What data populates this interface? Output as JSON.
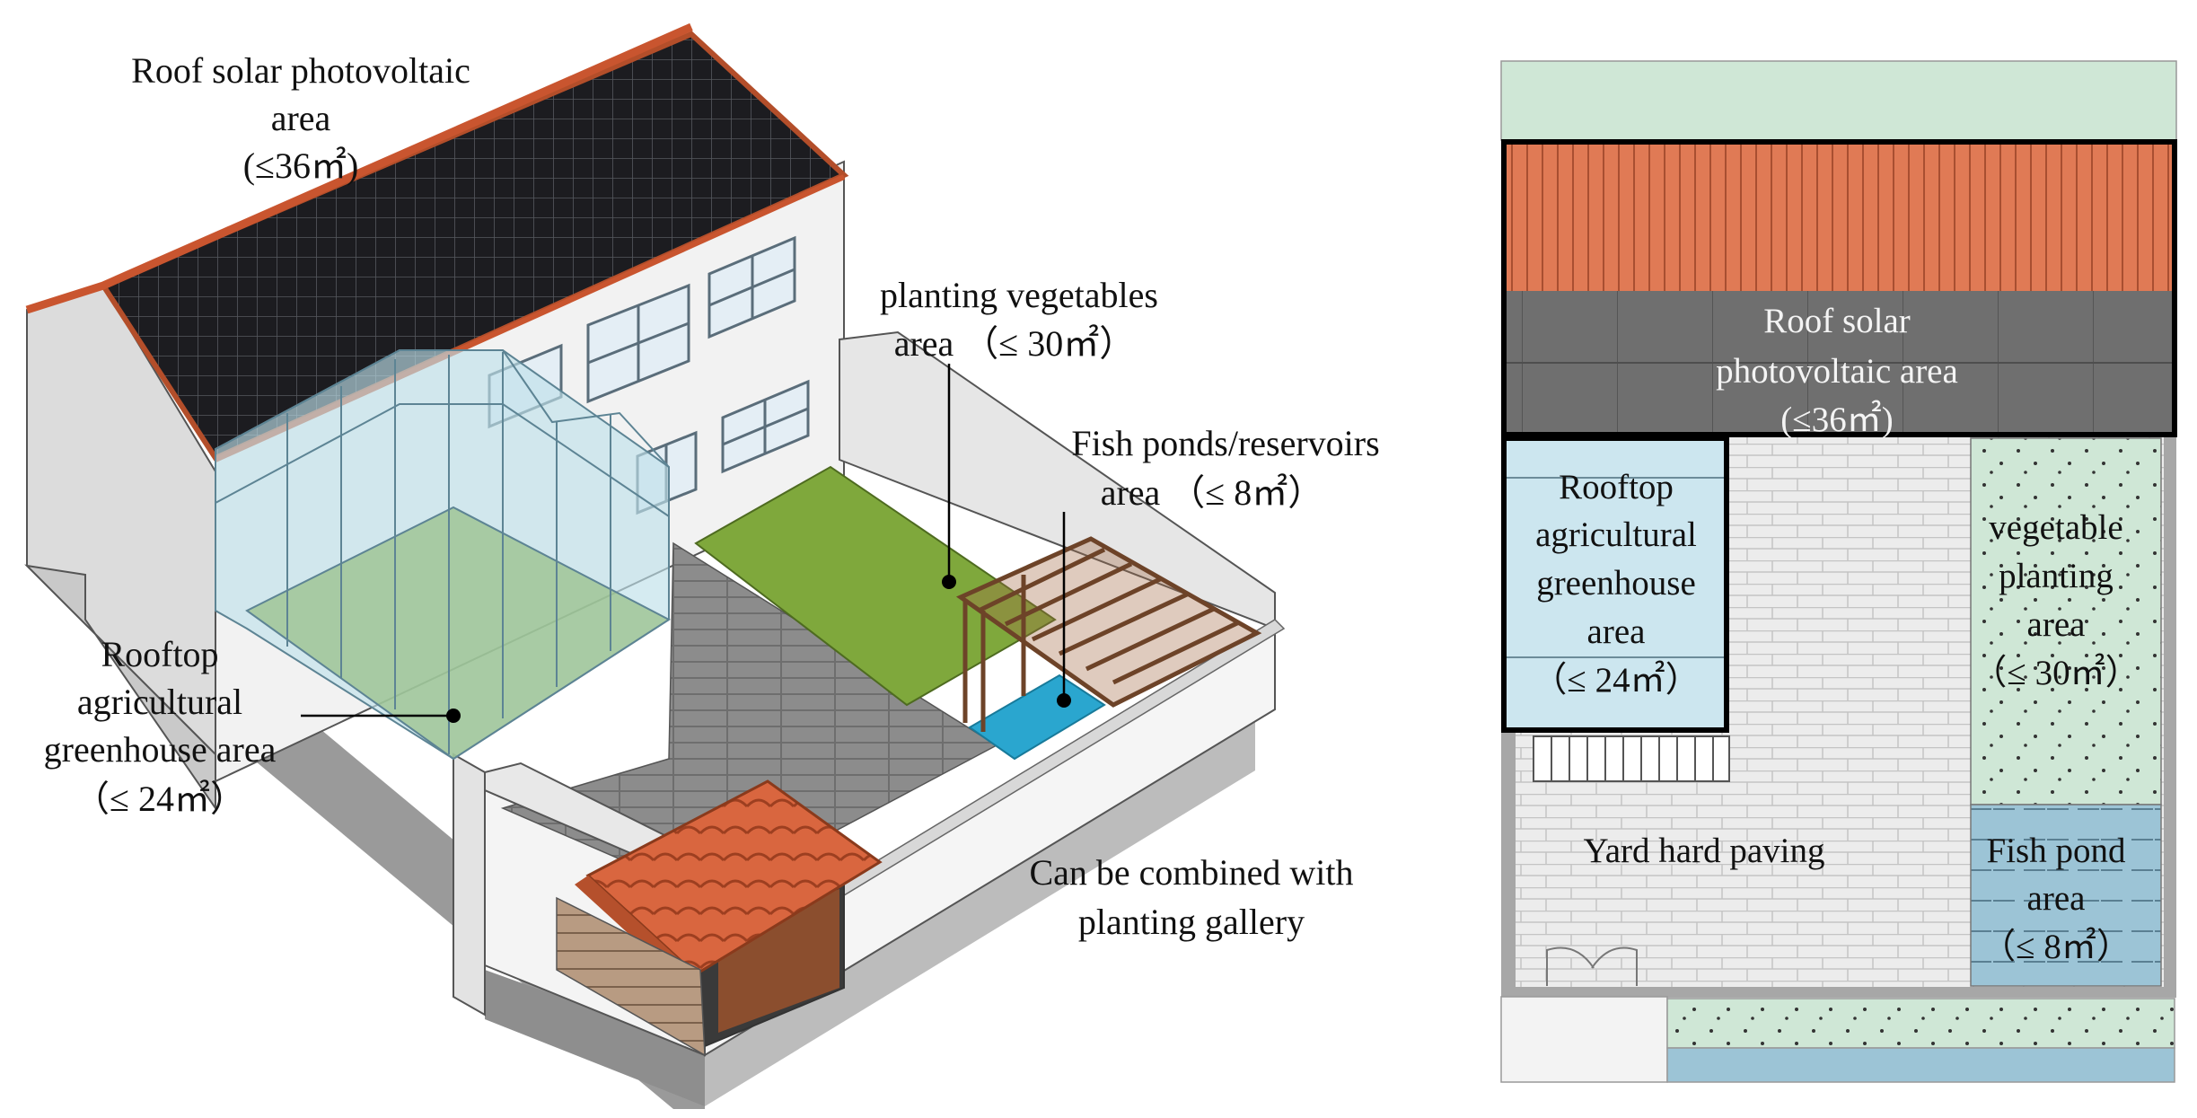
{
  "left_view": {
    "roof_pv": {
      "line1": "Roof solar photovoltaic",
      "line2": "area",
      "line3": "(≤36㎡)"
    },
    "vegetables": {
      "line1": "planting vegetables",
      "line2": "area （≤ 30㎡）"
    },
    "fish": {
      "line1": "Fish ponds/reservoirs",
      "line2": "area （≤ 8㎡）"
    },
    "greenhouse": {
      "line1": "Rooftop",
      "line2": "agricultural",
      "line3": "greenhouse area",
      "line4": "（≤ 24㎡）"
    },
    "gallery": {
      "line1": "Can be combined with",
      "line2": "planting gallery"
    }
  },
  "plan_view": {
    "roof_pv": {
      "line1": "Roof solar",
      "line2": "photovoltaic area",
      "line3": "(≤36㎡)"
    },
    "greenhouse": {
      "line1": "Rooftop",
      "line2": "agricultural",
      "line3": "greenhouse",
      "line4": "area",
      "line5": "（≤ 24㎡）"
    },
    "vegetable": {
      "line1": "vegetable",
      "line2": "planting",
      "line3": "area",
      "line4": "（≤ 30㎡）"
    },
    "yard": {
      "line1": "Yard hard paving"
    },
    "fish": {
      "line1": "Fish pond",
      "line2": "area",
      "line3": "（≤ 8㎡）"
    }
  },
  "colors": {
    "roof_tile": "#e07a55",
    "solar_panel": "#1e1e22",
    "greenhouse_glass": "#bfe0ea",
    "lawn": "#7fa83c",
    "pond": "#2aa6cf",
    "pergola": "#8a5a3a",
    "plan_green": "#cfe7d6",
    "plan_blue": "#9cc4d6",
    "plan_paving": "#e6e6e6"
  }
}
